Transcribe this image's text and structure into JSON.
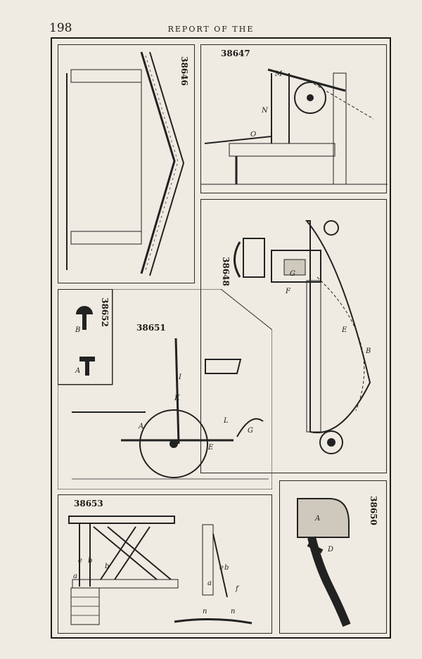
{
  "page": {
    "number": "198",
    "running_head": "REPORT OF THE"
  },
  "figures": {
    "f38646": {
      "number": "38646"
    },
    "f38647": {
      "number": "38647",
      "labels": {
        "m": "M",
        "n": "N",
        "o": "O"
      }
    },
    "f38648": {
      "number": "38648",
      "labels": {
        "f": "F",
        "g": "G",
        "e": "E",
        "b": "B"
      }
    },
    "f38652": {
      "number": "38652",
      "labels": {
        "b": "B",
        "a": "A"
      }
    },
    "f38651": {
      "number": "38651",
      "labels": {
        "i": "I",
        "k": "K",
        "a": "A",
        "l": "L",
        "g": "G",
        "e": "E"
      }
    },
    "f38653": {
      "number": "38653",
      "labels": {
        "e": "e",
        "b": "b",
        "b2": "b",
        "a": "a",
        "e2": "e",
        "b3": "b",
        "a2": "a",
        "f": "f",
        "n1": "n",
        "n2": "n"
      }
    },
    "f38650": {
      "number": "38650",
      "labels": {
        "a": "A",
        "d": "D"
      }
    }
  }
}
